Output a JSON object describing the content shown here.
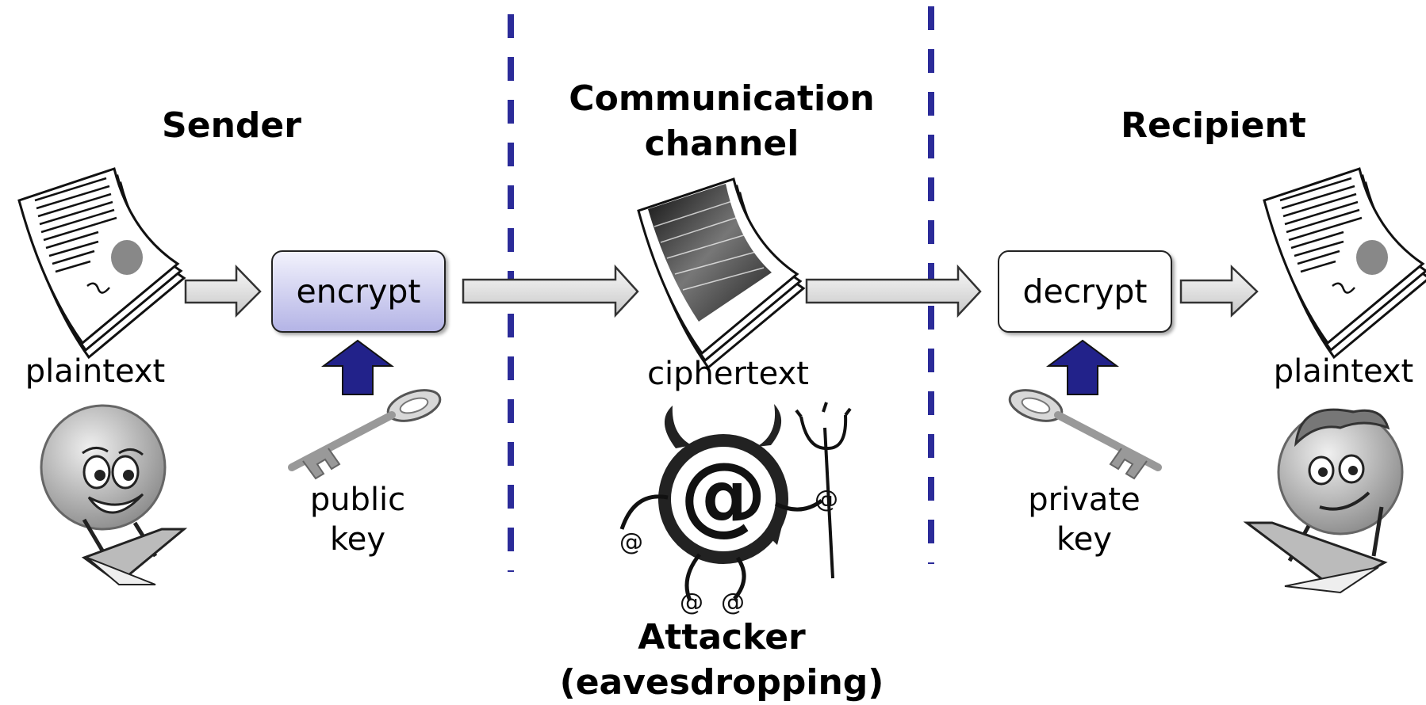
{
  "sections": {
    "sender": "Sender",
    "channel_line1": "Communication",
    "channel_line2": "channel",
    "recipient": "Recipient"
  },
  "documents": {
    "plaintext_left": "plaintext",
    "ciphertext": "ciphertext",
    "plaintext_right": "plaintext"
  },
  "operations": {
    "encrypt": "encrypt",
    "decrypt": "decrypt"
  },
  "keys": {
    "public_line1": "public",
    "public_line2": "key",
    "private_line1": "private",
    "private_line2": "key"
  },
  "attacker": {
    "line1": "Attacker",
    "line2": "(eavesdropping)"
  },
  "colors": {
    "divider": "#2b2b99",
    "key_arrow": "#22228a",
    "encrypt_fill": "#b4b4e6",
    "arrow_fill": "#e4e4e4"
  }
}
